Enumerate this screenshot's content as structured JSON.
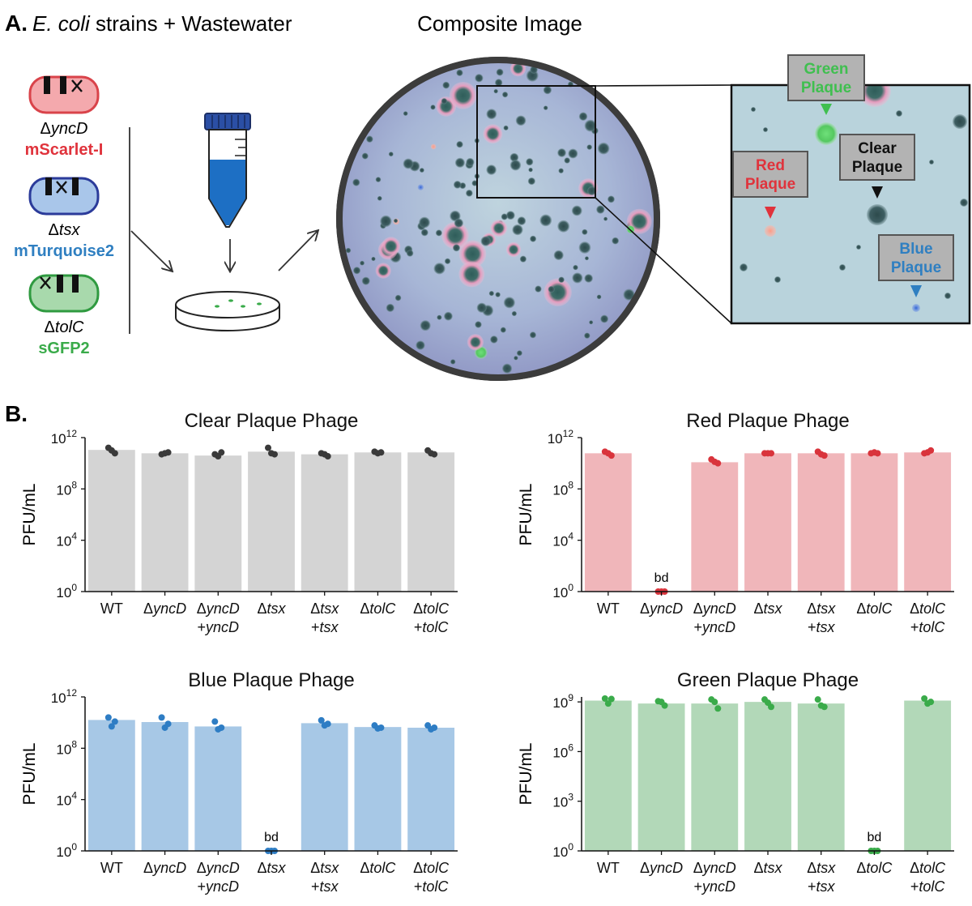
{
  "panelA": {
    "label": "A.",
    "title_italic": "E. coli",
    "title_rest": " strains + Wastewater",
    "composite_title": "Composite Image",
    "strains": [
      {
        "deletion_prefix": "Δ",
        "deletion_gene": "yncD",
        "marker": "mScarlet-I",
        "color": "#e0333c",
        "fill": "#f4a9ad",
        "stroke": "#d9434a"
      },
      {
        "deletion_prefix": "Δ",
        "deletion_gene": "tsx",
        "marker": "mTurquoise2",
        "color": "#2f7fc1",
        "fill": "#a9c6ea",
        "stroke": "#2b3b9a"
      },
      {
        "deletion_prefix": "Δ",
        "deletion_gene": "tolC",
        "marker": "sGFP2",
        "color": "#3aab4a",
        "fill": "#a8d9ac",
        "stroke": "#2f9a40"
      }
    ],
    "callouts": [
      {
        "text1": "Green",
        "text2": "Plaque",
        "color": "#3fbf4f"
      },
      {
        "text1": "Red",
        "text2": "Plaque",
        "color": "#e0333c"
      },
      {
        "text1": "Clear",
        "text2": "Plaque",
        "color": "#111111"
      },
      {
        "text1": "Blue",
        "text2": "Plaque",
        "color": "#2f7fc1"
      }
    ]
  },
  "panelB": {
    "label": "B.",
    "ylabel": "PFU/mL",
    "bd_label": "bd",
    "x_line1": [
      "WT",
      "ΔyncD",
      "ΔyncD",
      "Δtsx",
      "Δtsx",
      "ΔtolC",
      "ΔtolC"
    ],
    "x_line2": [
      "",
      "",
      "+yncD",
      "",
      "+tsx",
      "",
      "+tolC"
    ]
  },
  "chart_data": [
    {
      "type": "bar",
      "title": "Clear Plaque Phage",
      "ylabel": "PFU/mL",
      "yscale": "log",
      "ylim": [
        1,
        1000000000000.0
      ],
      "yticks": [
        "10^0",
        "10^4",
        "10^8",
        "10^12"
      ],
      "categories": [
        "WT",
        "ΔyncD",
        "ΔyncD +yncD",
        "Δtsx",
        "Δtsx +tsx",
        "ΔtolC",
        "ΔtolC +tolC"
      ],
      "values": [
        110000000000.0,
        60000000000.0,
        40000000000.0,
        80000000000.0,
        50000000000.0,
        70000000000.0,
        70000000000.0
      ],
      "points": [
        [
          160000000000.0,
          60000000000.0,
          100000000000.0
        ],
        [
          50000000000.0,
          70000000000.0,
          60000000000.0
        ],
        [
          50000000000.0,
          70000000000.0,
          35000000000.0
        ],
        [
          160000000000.0,
          50000000000.0,
          60000000000.0
        ],
        [
          60000000000.0,
          35000000000.0,
          50000000000.0
        ],
        [
          80000000000.0,
          70000000000.0,
          60000000000.0
        ],
        [
          100000000000.0,
          50000000000.0,
          60000000000.0
        ]
      ],
      "bd": [
        false,
        false,
        false,
        false,
        false,
        false,
        false
      ],
      "bar_color": "#d4d4d4",
      "point_color": "#3a3a3a"
    },
    {
      "type": "bar",
      "title": "Red Plaque Phage",
      "ylabel": "PFU/mL",
      "yscale": "log",
      "ylim": [
        1,
        1000000000000.0
      ],
      "yticks": [
        "10^0",
        "10^4",
        "10^8",
        "10^12"
      ],
      "categories": [
        "WT",
        "ΔyncD",
        "ΔyncD +yncD",
        "Δtsx",
        "Δtsx +tsx",
        "ΔtolC",
        "ΔtolC +tolC"
      ],
      "values": [
        60000000000.0,
        1,
        12000000000.0,
        60000000000.0,
        60000000000.0,
        60000000000.0,
        70000000000.0
      ],
      "points": [
        [
          80000000000.0,
          40000000000.0,
          60000000000.0
        ],
        [
          1,
          1,
          1
        ],
        [
          20000000000.0,
          10000000000.0,
          13000000000.0
        ],
        [
          60000000000.0,
          60000000000.0,
          60000000000.0
        ],
        [
          80000000000.0,
          40000000000.0,
          50000000000.0
        ],
        [
          60000000000.0,
          60000000000.0,
          70000000000.0
        ],
        [
          60000000000.0,
          100000000000.0,
          70000000000.0
        ]
      ],
      "bd": [
        false,
        true,
        false,
        false,
        false,
        false,
        false
      ],
      "bar_color": "#f0b6ba",
      "point_color": "#d9343c"
    },
    {
      "type": "bar",
      "title": "Blue Plaque Phage",
      "ylabel": "PFU/mL",
      "yscale": "log",
      "ylim": [
        1,
        1000000000000.0
      ],
      "yticks": [
        "10^0",
        "10^4",
        "10^8",
        "10^12"
      ],
      "categories": [
        "WT",
        "ΔyncD",
        "ΔyncD +yncD",
        "Δtsx",
        "Δtsx +tsx",
        "ΔtolC",
        "ΔtolC +tolC"
      ],
      "values": [
        16000000000.0,
        11000000000.0,
        5000000000.0,
        1,
        9000000000.0,
        4500000000.0,
        4000000000.0
      ],
      "points": [
        [
          25000000000.0,
          12000000000.0,
          5000000000.0
        ],
        [
          25000000000.0,
          8000000000.0,
          4000000000.0
        ],
        [
          12000000000.0,
          4000000000.0,
          3000000000.0
        ],
        [
          1,
          1,
          1
        ],
        [
          15000000000.0,
          8000000000.0,
          6000000000.0
        ],
        [
          6000000000.0,
          4000000000.0,
          3500000000.0
        ],
        [
          6000000000.0,
          4000000000.0,
          3000000000.0
        ]
      ],
      "bd": [
        false,
        false,
        false,
        true,
        false,
        false,
        false
      ],
      "bar_color": "#a7c8e6",
      "point_color": "#2e7dc4"
    },
    {
      "type": "bar",
      "title": "Green Plaque Phage",
      "ylabel": "PFU/mL",
      "yscale": "log",
      "ylim": [
        1,
        2000000000.0
      ],
      "yticks": [
        "10^0",
        "10^3",
        "10^6",
        "10^9"
      ],
      "categories": [
        "WT",
        "ΔyncD",
        "ΔyncD +yncD",
        "Δtsx",
        "Δtsx +tsx",
        "ΔtolC",
        "ΔtolC +tolC"
      ],
      "values": [
        1200000000.0,
        800000000.0,
        800000000.0,
        1000000000.0,
        800000000.0,
        1,
        1200000000.0
      ],
      "points": [
        [
          1600000000.0,
          1500000000.0,
          800000000.0
        ],
        [
          1100000000.0,
          600000000.0,
          1000000000.0
        ],
        [
          1400000000.0,
          400000000.0,
          1000000000.0
        ],
        [
          1400000000.0,
          500000000.0,
          900000000.0
        ],
        [
          1400000000.0,
          500000000.0,
          600000000.0
        ],
        [
          1,
          1,
          1
        ],
        [
          1600000000.0,
          1000000000.0,
          800000000.0
        ]
      ],
      "bd": [
        false,
        false,
        false,
        false,
        false,
        true,
        false
      ],
      "bar_color": "#b2d8b8",
      "point_color": "#3aab4a"
    }
  ]
}
